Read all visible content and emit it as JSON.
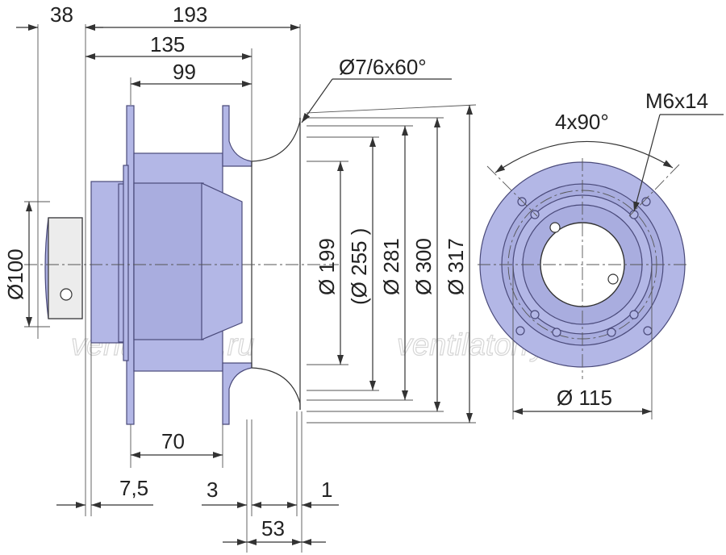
{
  "colors": {
    "body_fill": "#b3b7e6",
    "body_stroke": "#4a4a7a",
    "line": "#333333",
    "watermark": "#d6d6d6"
  },
  "dimensions": {
    "top_38": "38",
    "top_193": "193",
    "top_135": "135",
    "top_99": "99",
    "inlet_chamfer": "Ø7/6x60°",
    "d100": "Ø100",
    "d199": "Ø 199",
    "d255": "(Ø 255 )",
    "d281": "Ø 281",
    "d300": "Ø 300",
    "d317": "Ø 317",
    "bottom_70": "70",
    "bottom_7_5": "7,5",
    "bottom_3": "3",
    "bottom_1": "1",
    "bottom_53": "53",
    "holes_angle": "4x90°",
    "thread": "M6x14",
    "d115": "Ø 115"
  },
  "watermarks": {
    "left": "ventilatorry.ru",
    "right": "ventilatorry.ru"
  }
}
